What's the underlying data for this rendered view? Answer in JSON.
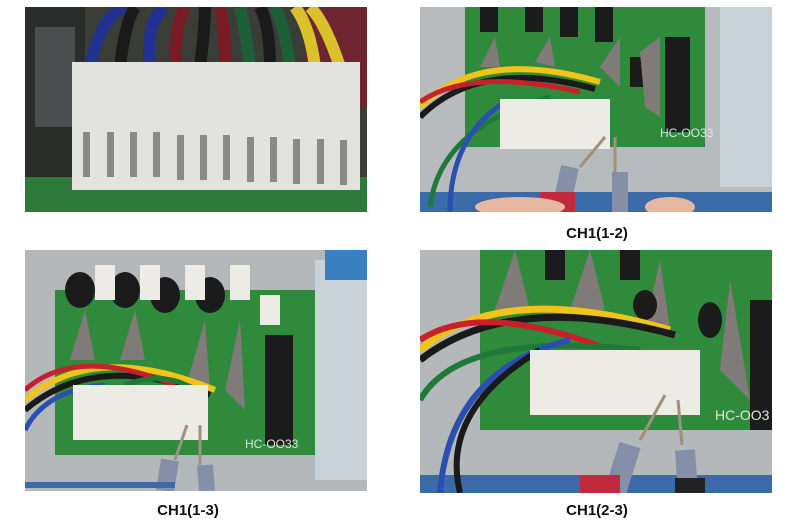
{
  "figure": {
    "panels": [
      {
        "id": "connector-closeup",
        "caption": "",
        "description": "Close-up of white 12-pin connector with colored wires"
      },
      {
        "id": "ch1-1-2",
        "caption": "CH1(1-2)",
        "board_label": "HC-OO33"
      },
      {
        "id": "ch1-1-3",
        "caption": "CH1(1-3)",
        "board_label": "HC-OO33"
      },
      {
        "id": "ch1-2-3",
        "caption": "CH1(2-3)",
        "board_label": "HC-OO3"
      }
    ],
    "colors": {
      "pcb": "#2f8a3c",
      "connector": "#ecebe6",
      "wire_yellow": "#f0c418",
      "wire_red": "#c8202a",
      "wire_green": "#1f7a3a",
      "wire_black": "#1a1a1a",
      "wire_blue": "#2a4fb0",
      "probe_grey": "#7f8aa0",
      "chassis": "#b9bcbf"
    }
  }
}
